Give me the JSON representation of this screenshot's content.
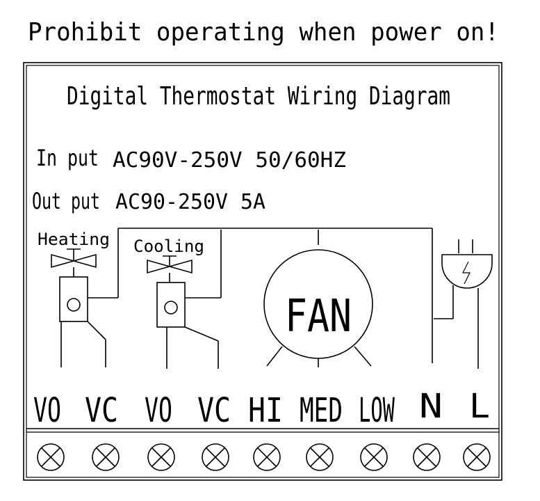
{
  "warning": "Prohibit operating when power on!",
  "title": "Digital Thermostat Wiring Diagram",
  "input": {
    "label": "In put",
    "value": "AC90V-250V 50/60HZ"
  },
  "output": {
    "label": "Out put",
    "value": "AC90-250V 5A"
  },
  "valves": {
    "heating": "Heating",
    "cooling": "Cooling"
  },
  "fan": {
    "label": "FAN"
  },
  "terminals": [
    "VO",
    "VC",
    "VO",
    "VC",
    "HI",
    "MED",
    "LOW",
    "N",
    "L"
  ],
  "icons": {
    "plug": "plug-icon",
    "lightning": "lightning-icon",
    "terminal": "terminal-screw-icon",
    "valve": "valve-icon"
  }
}
